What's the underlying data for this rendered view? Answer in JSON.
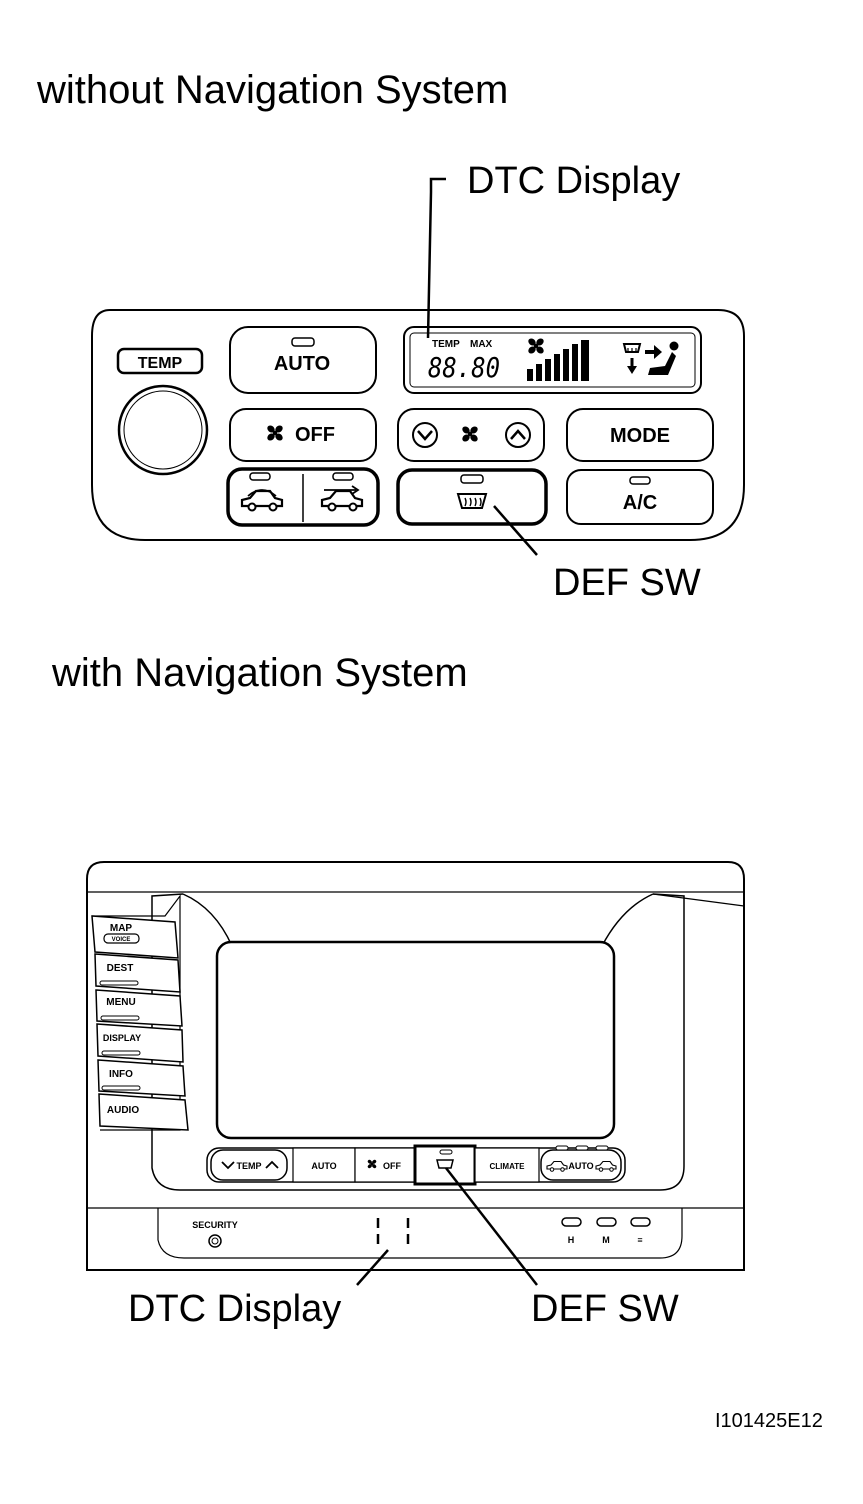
{
  "top": {
    "heading": "without Navigation System",
    "dtc_label": "DTC Display",
    "def_label": "DEF SW",
    "panel": {
      "temp_label": "TEMP",
      "auto_label": "AUTO",
      "fan_off_label": "OFF",
      "mode_label": "MODE",
      "ac_label": "A/C",
      "lcd_temp": "TEMP",
      "lcd_max": "MAX",
      "lcd_digits": "88.80",
      "fan_icon": "fan-icon",
      "airflow_icon": "vent-mode-icon"
    }
  },
  "bottom": {
    "heading": "with Navigation System",
    "dtc_label": "DTC Display",
    "def_label": "DEF SW",
    "panel": {
      "side_buttons": [
        "MAP",
        "DEST",
        "MENU",
        "DISPLAY",
        "INFO",
        "AUDIO"
      ],
      "map_sub": "VOICE",
      "temp_label": "TEMP",
      "auto_label": "AUTO",
      "fan_off_label": "OFF",
      "climate_label": "CLIMATE",
      "auto2_label": "AUTO",
      "security_label": "SECURITY",
      "ind_h": "H",
      "ind_m": "M",
      "ind_3": "≡"
    }
  },
  "figure_id": "I101425E12"
}
